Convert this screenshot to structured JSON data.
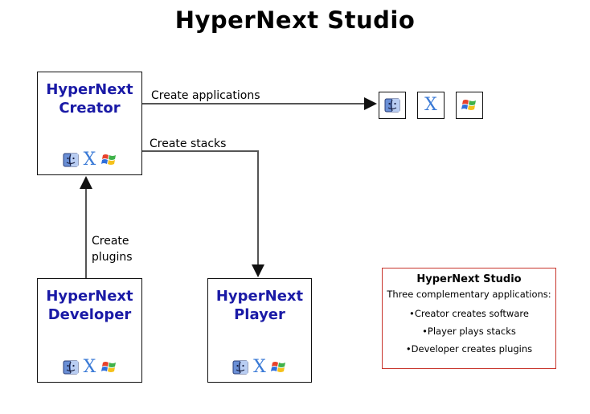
{
  "title": "HyperNext Studio",
  "nodes": {
    "creator": {
      "label": "HyperNext\nCreator"
    },
    "developer": {
      "label": "HyperNext\nDeveloper"
    },
    "player": {
      "label": "HyperNext\nPlayer"
    }
  },
  "edges": {
    "create_applications": "Create applications",
    "create_stacks": "Create stacks",
    "create_plugins": "Create\nplugins"
  },
  "icons": {
    "mac_classic": "mac-finder-icon",
    "mac_x": "X",
    "windows": "windows-logo-icon"
  },
  "legend": {
    "title": "HyperNext Studio",
    "subtitle": "Three complementary applications:",
    "items": [
      "Creator creates software",
      "Player plays stacks",
      "Developer creates plugins"
    ]
  },
  "colors": {
    "node_label": "#1a1aa6",
    "legend_border": "#c8352c",
    "arrow": "#555555"
  }
}
